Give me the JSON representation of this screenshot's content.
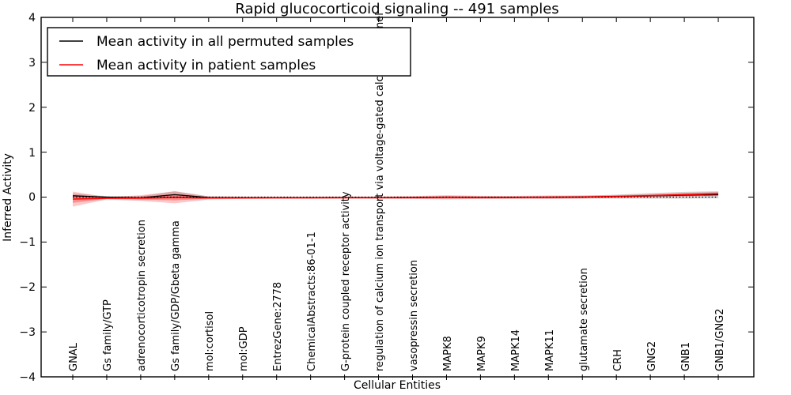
{
  "title": "Rapid glucocorticoid signaling -- 491 samples",
  "legend": {
    "items": [
      {
        "label": "Mean activity in all permuted samples",
        "color": "#000000"
      },
      {
        "label": "Mean activity in patient samples",
        "color": "#ff0000"
      }
    ]
  },
  "chart_data": {
    "type": "line",
    "title": "Rapid glucocorticoid signaling -- 491 samples",
    "xlabel": "Cellular Entities",
    "ylabel": "Inferred Activity",
    "ylim": [
      -4,
      4
    ],
    "yticks": [
      4,
      3,
      2,
      1,
      0,
      -1,
      -2,
      -3,
      -4
    ],
    "ytick_labels": [
      "4",
      "3",
      "2",
      "1",
      "0",
      "−1",
      "−2",
      "−3",
      "−4"
    ],
    "grid": false,
    "legend_position": "upper left",
    "zero_line": {
      "style": "dotted",
      "color": "#000000",
      "y": 0
    },
    "categories": [
      "GNAL",
      "Gs family/GTP",
      "adrenocorticotropin secretion",
      "Gs family/GDP/Gbeta gamma",
      "mol:cortisol",
      "mol:GDP",
      "EntrezGene:2778",
      "ChemicalAbstracts:86-01-1",
      "G-protein coupled receptor activity",
      "regulation of calcium ion transport via voltage-gated calcium channel",
      "vasopressin secretion",
      "MAPK8",
      "MAPK9",
      "MAPK14",
      "MAPK11",
      "glutamate secretion",
      "CRH",
      "GNG2",
      "GNB1",
      "GNB1/GNG2"
    ],
    "series": [
      {
        "name": "Mean activity in all permuted samples",
        "color": "#000000",
        "values": [
          0.03,
          0.0,
          -0.015,
          0.055,
          -0.01,
          -0.012,
          -0.013,
          -0.013,
          -0.012,
          -0.012,
          -0.01,
          -0.006,
          -0.008,
          -0.008,
          -0.005,
          0.0,
          0.01,
          0.026,
          0.042,
          0.052
        ],
        "std": [
          0.053,
          0.021,
          0.035,
          0.079,
          0.026,
          0.021,
          0.021,
          0.021,
          0.021,
          0.021,
          0.021,
          0.026,
          0.023,
          0.023,
          0.026,
          0.03,
          0.044,
          0.062,
          0.074,
          0.079
        ]
      },
      {
        "name": "Mean activity in patient samples",
        "color": "#ff0000",
        "values": [
          -0.044,
          -0.026,
          -0.021,
          -0.007,
          -0.018,
          -0.016,
          -0.014,
          -0.014,
          -0.012,
          -0.012,
          -0.01,
          -0.004,
          -0.006,
          -0.006,
          -0.002,
          0.002,
          0.014,
          0.032,
          0.054,
          0.074
        ],
        "std": [
          0.167,
          0.026,
          0.062,
          0.132,
          0.035,
          0.026,
          0.026,
          0.026,
          0.026,
          0.026,
          0.032,
          0.049,
          0.035,
          0.032,
          0.039,
          0.035,
          0.03,
          0.035,
          0.04,
          0.04
        ]
      }
    ]
  }
}
